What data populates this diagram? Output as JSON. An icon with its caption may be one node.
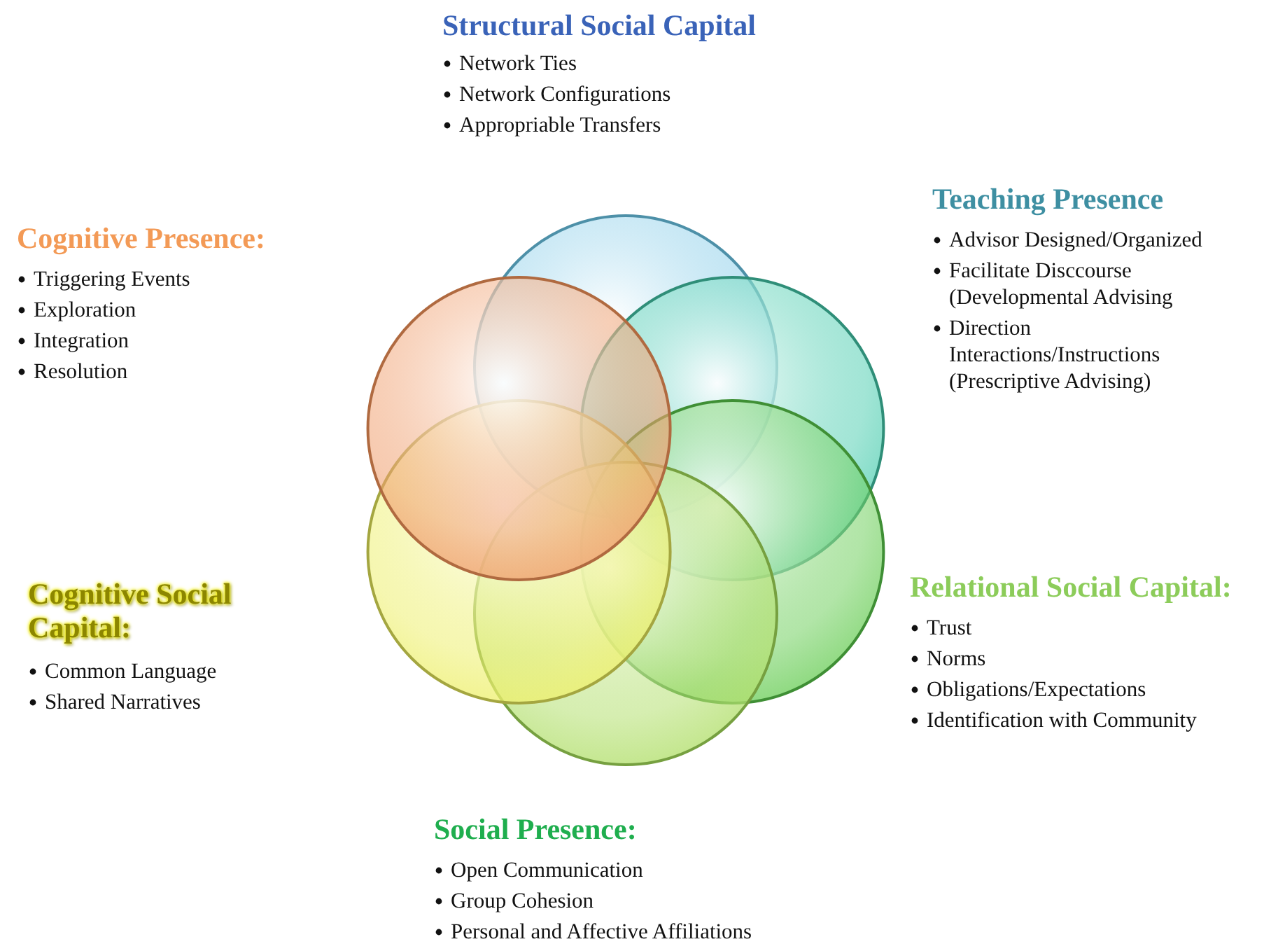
{
  "diagram": {
    "labels": [
      "Structural  Social Capital",
      "Network Ties",
      "Network Configurations",
      "Appropriable Transfers",
      "Cognitive Presence:",
      "Triggering Events",
      "Exploration",
      "Integration",
      "Resolution",
      "Teaching Presence",
      "Advisor Designed/Organized",
      "Facilitate Disccourse (Developmental Advising",
      "Direction Interactions/Instructions (Prescriptive Advising)",
      "Cognitive Social Capital:",
      "Common Language",
      "Shared Narratives",
      "Relational Social Capital:",
      "Trust",
      "Norms",
      "Obligations/Expectations",
      "Identification with Community",
      "Social Presence:",
      "Open Communication",
      "Group Cohesion",
      "Personal and Affective Affiliations"
    ]
  }
}
